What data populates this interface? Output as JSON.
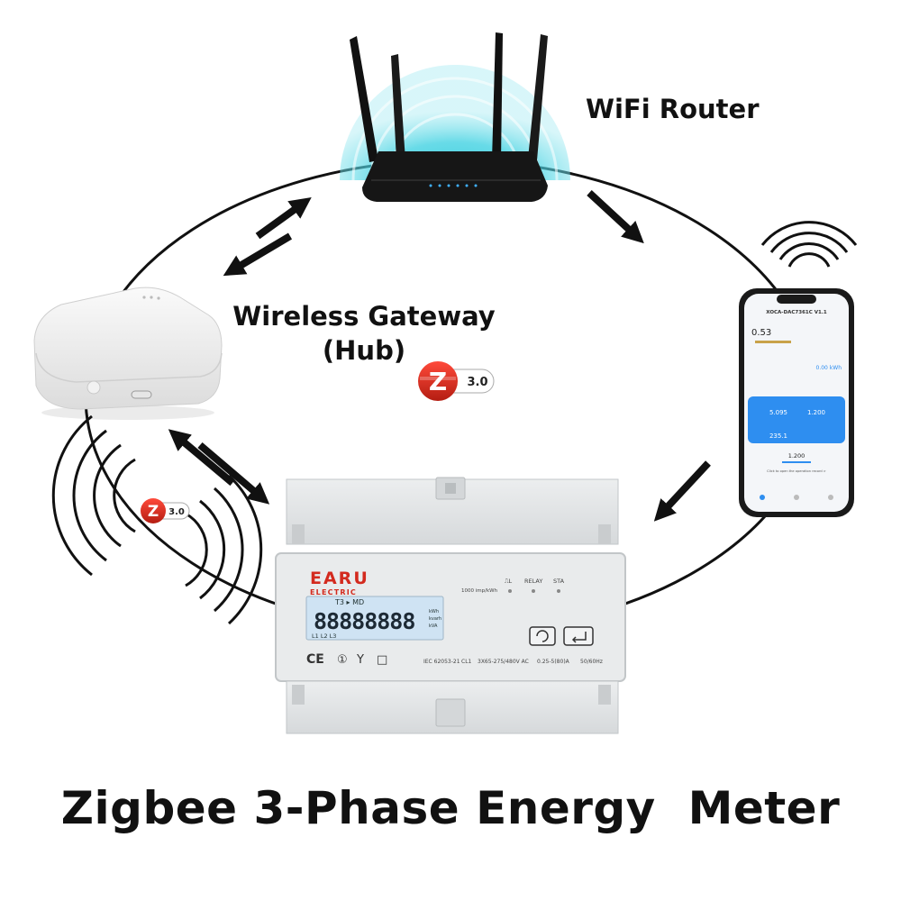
{
  "labels": {
    "router": "WiFi Router",
    "hub_line1": "Wireless Gateway",
    "hub_line2": "(Hub)",
    "title": "Zigbee 3-Phase Energy  Meter"
  },
  "zigbee_badge": {
    "letter": "Z",
    "version": "3.0"
  },
  "meter": {
    "brand_top": "EARU",
    "brand_bottom": "ELECTRIC",
    "lcd_digits": "88888888",
    "lcd_top_row": "T3 ▸ MD",
    "lcd_units": [
      "kWh",
      "kvarh",
      "kVA"
    ],
    "lcd_phase_row": "L1 L2 L3",
    "impulse": "1000 imp/kWh",
    "indicators": [
      "⎍L",
      "RELAY",
      "STA"
    ],
    "spec_line": [
      "IEC 62053-21",
      "CL1",
      "3X65-275/480V AC",
      "0.25-5(80)A",
      "50/60Hz"
    ],
    "cert_marks": [
      "CE",
      "①",
      "Y",
      "□"
    ]
  },
  "phone_app": {
    "title": "XOCA-DAC7361C V1.1",
    "top_value": "0.53",
    "energy_value": "0.00 kWh",
    "card_values": [
      "5.095",
      "1.200",
      "235.1"
    ],
    "lower_value": "1.200",
    "lower_note": "Click to open the operation record >"
  },
  "colors": {
    "router_glow": "#2ec9dc",
    "zigbee_red": "#d8281c",
    "app_blue": "#2e8ef0",
    "ring": "#111111",
    "meter_body": "#e1e3e4",
    "lcd": "#cfe3f3"
  }
}
